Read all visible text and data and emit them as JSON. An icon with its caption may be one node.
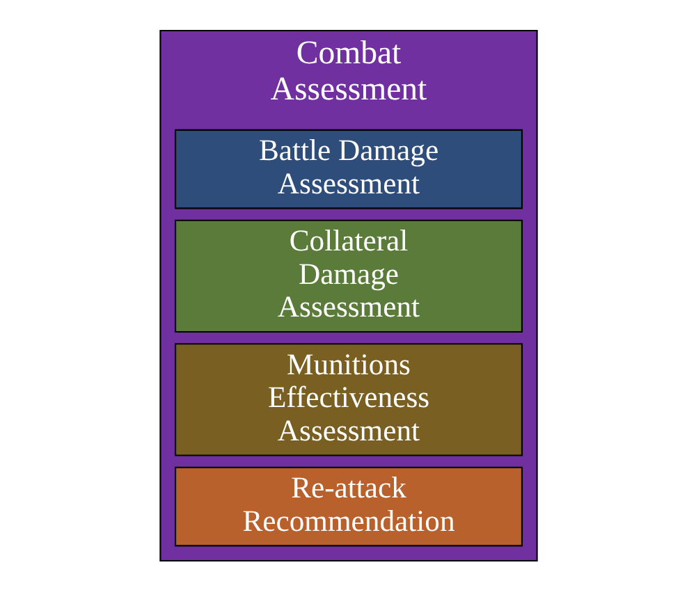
{
  "diagram": {
    "nodes": [
      {
        "text": [
          "Combat Assessment"
        ]
      },
      {
        "text": [
          "Battle Damage Assessment"
        ],
        "in": 0
      },
      {
        "text": [
          "Collateral Damage Assessment"
        ],
        "in": 0
      },
      {
        "text": [
          "Munitions Effectiveness Assessment"
        ],
        "in": 0
      },
      {
        "text": [
          "Re-attack Recommendation"
        ],
        "in": 0
      }
    ]
  }
}
